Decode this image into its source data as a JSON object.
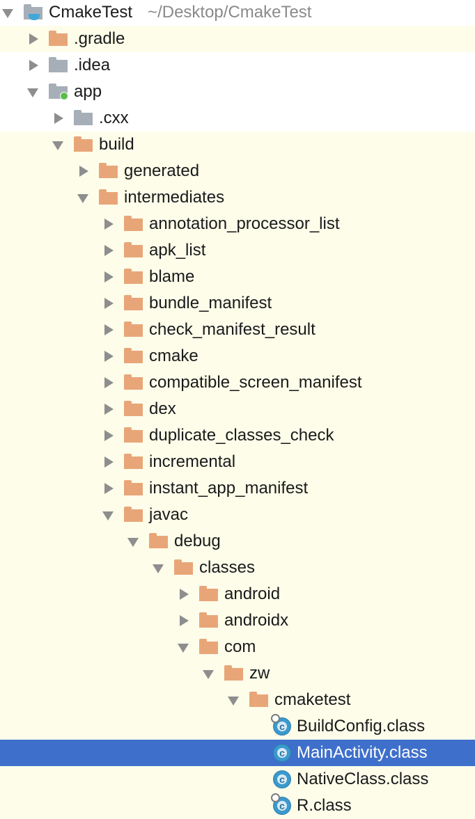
{
  "project": {
    "name": "CmakeTest",
    "path": "~/Desktop/CmakeTest"
  },
  "tree": [
    {
      "label": "CmakeTest",
      "depth": 0,
      "expanded": true,
      "icon": "project-folder-icon",
      "path": "~/Desktop/CmakeTest",
      "tinted": false
    },
    {
      "label": ".gradle",
      "depth": 1,
      "expanded": false,
      "icon": "folder-orange-icon",
      "tinted": true
    },
    {
      "label": ".idea",
      "depth": 1,
      "expanded": false,
      "icon": "folder-gray-icon",
      "tinted": false
    },
    {
      "label": "app",
      "depth": 1,
      "expanded": true,
      "icon": "module-folder-icon",
      "tinted": false
    },
    {
      "label": ".cxx",
      "depth": 2,
      "expanded": false,
      "icon": "folder-gray-icon",
      "tinted": false
    },
    {
      "label": "build",
      "depth": 2,
      "expanded": true,
      "icon": "folder-orange-icon",
      "tinted": true
    },
    {
      "label": "generated",
      "depth": 3,
      "expanded": false,
      "icon": "folder-orange-icon",
      "tinted": true
    },
    {
      "label": "intermediates",
      "depth": 3,
      "expanded": true,
      "icon": "folder-orange-icon",
      "tinted": true
    },
    {
      "label": "annotation_processor_list",
      "depth": 4,
      "expanded": false,
      "icon": "folder-orange-icon",
      "tinted": true
    },
    {
      "label": "apk_list",
      "depth": 4,
      "expanded": false,
      "icon": "folder-orange-icon",
      "tinted": true
    },
    {
      "label": "blame",
      "depth": 4,
      "expanded": false,
      "icon": "folder-orange-icon",
      "tinted": true
    },
    {
      "label": "bundle_manifest",
      "depth": 4,
      "expanded": false,
      "icon": "folder-orange-icon",
      "tinted": true
    },
    {
      "label": "check_manifest_result",
      "depth": 4,
      "expanded": false,
      "icon": "folder-orange-icon",
      "tinted": true
    },
    {
      "label": "cmake",
      "depth": 4,
      "expanded": false,
      "icon": "folder-orange-icon",
      "tinted": true
    },
    {
      "label": "compatible_screen_manifest",
      "depth": 4,
      "expanded": false,
      "icon": "folder-orange-icon",
      "tinted": true
    },
    {
      "label": "dex",
      "depth": 4,
      "expanded": false,
      "icon": "folder-orange-icon",
      "tinted": true
    },
    {
      "label": "duplicate_classes_check",
      "depth": 4,
      "expanded": false,
      "icon": "folder-orange-icon",
      "tinted": true
    },
    {
      "label": "incremental",
      "depth": 4,
      "expanded": false,
      "icon": "folder-orange-icon",
      "tinted": true
    },
    {
      "label": "instant_app_manifest",
      "depth": 4,
      "expanded": false,
      "icon": "folder-orange-icon",
      "tinted": true
    },
    {
      "label": "javac",
      "depth": 4,
      "expanded": true,
      "icon": "folder-orange-icon",
      "tinted": true
    },
    {
      "label": "debug",
      "depth": 5,
      "expanded": true,
      "icon": "folder-orange-icon",
      "tinted": true
    },
    {
      "label": "classes",
      "depth": 6,
      "expanded": true,
      "icon": "folder-orange-icon",
      "tinted": true
    },
    {
      "label": "android",
      "depth": 7,
      "expanded": false,
      "icon": "folder-orange-icon",
      "tinted": true
    },
    {
      "label": "androidx",
      "depth": 7,
      "expanded": false,
      "icon": "folder-orange-icon",
      "tinted": true
    },
    {
      "label": "com",
      "depth": 7,
      "expanded": true,
      "icon": "folder-orange-icon",
      "tinted": true
    },
    {
      "label": "zw",
      "depth": 8,
      "expanded": true,
      "icon": "folder-orange-icon",
      "tinted": true
    },
    {
      "label": "cmaketest",
      "depth": 9,
      "expanded": true,
      "icon": "folder-orange-icon",
      "tinted": true
    },
    {
      "label": "BuildConfig.class",
      "depth": 10,
      "leaf": true,
      "icon": "class-file-icon",
      "locked": true,
      "tinted": true
    },
    {
      "label": "MainActivity.class",
      "depth": 10,
      "leaf": true,
      "icon": "class-file-icon",
      "locked": false,
      "tinted": true,
      "selected": true
    },
    {
      "label": "NativeClass.class",
      "depth": 10,
      "leaf": true,
      "icon": "class-file-icon",
      "locked": false,
      "tinted": true
    },
    {
      "label": "R.class",
      "depth": 10,
      "leaf": true,
      "icon": "class-file-icon",
      "locked": true,
      "tinted": true
    }
  ],
  "colors": {
    "selection": "#3e70cb",
    "excluded_tint": "#fdfdea",
    "folder_orange": "#e8a678",
    "folder_gray": "#a6afb8",
    "class_icon": "#3b9acd"
  }
}
